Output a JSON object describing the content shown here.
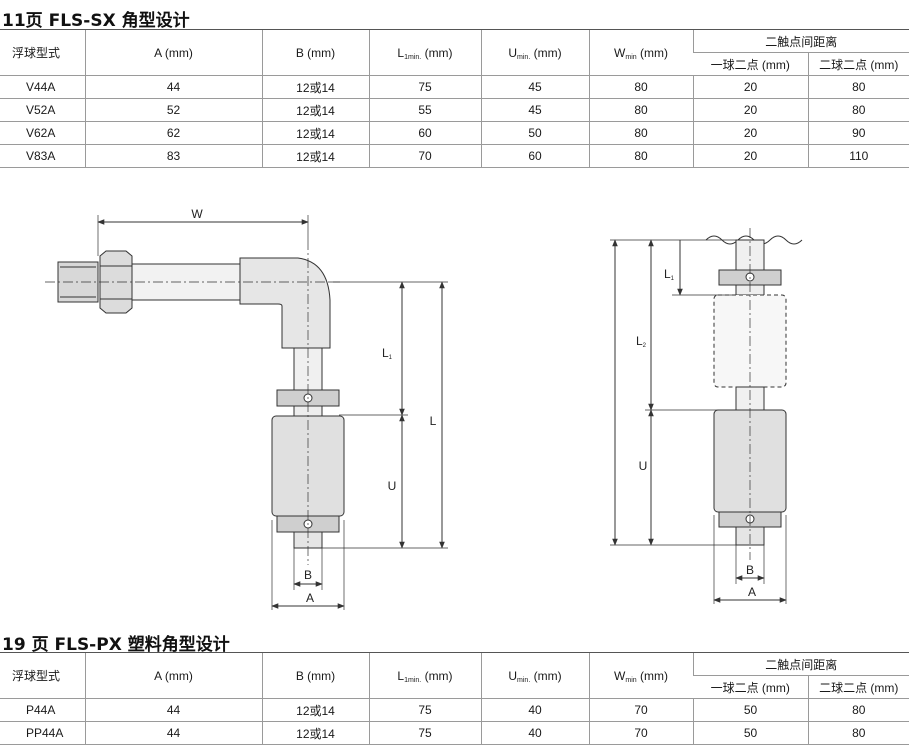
{
  "section1": {
    "title": "11页 FLS-SX 角型设计",
    "headers": {
      "model": "浮球型式",
      "a": "A (mm)",
      "b": "B (mm)",
      "l_main": "L",
      "l_sub": "1min.",
      "l_unit": " (mm)",
      "u_main": "U",
      "u_sub": "min.",
      "u_unit": " (mm)",
      "w_main": "W",
      "w_sub": "min",
      "w_unit": " (mm)",
      "distance": "二触点间距离",
      "one_ball": "一球二点 (mm)",
      "two_ball": "二球二点 (mm)"
    },
    "rows": [
      [
        "V44A",
        "44",
        "12或14",
        "75",
        "45",
        "80",
        "20",
        "80"
      ],
      [
        "V52A",
        "52",
        "12或14",
        "55",
        "45",
        "80",
        "20",
        "80"
      ],
      [
        "V62A",
        "62",
        "12或14",
        "60",
        "50",
        "80",
        "20",
        "90"
      ],
      [
        "V83A",
        "83",
        "12或14",
        "70",
        "60",
        "80",
        "20",
        "110"
      ]
    ]
  },
  "section2": {
    "title": "19 页 FLS-PX 塑料角型设计",
    "headers": {
      "model": "浮球型式",
      "a": "A (mm)",
      "b": "B (mm)",
      "l_main": "L",
      "l_sub": "1min.",
      "l_unit": " (mm)",
      "u_main": "U",
      "u_sub": "min.",
      "u_unit": " (mm)",
      "w_main": "W",
      "w_sub": "min",
      "w_unit": " (mm)",
      "distance": "二触点间距离",
      "one_ball": "一球二点 (mm)",
      "two_ball": "二球二点 (mm)"
    },
    "rows": [
      [
        "P44A",
        "44",
        "12或14",
        "75",
        "40",
        "70",
        "50",
        "80"
      ],
      [
        "PP44A",
        "44",
        "12或14",
        "75",
        "40",
        "70",
        "50",
        "80"
      ]
    ]
  },
  "drawing_left": {
    "w": "W",
    "l1_main": "L",
    "l1_sub": "1",
    "l": "L",
    "u": "U",
    "b": "B",
    "a": "A"
  },
  "drawing_right": {
    "l1_main": "L",
    "l1_sub": "1",
    "l2_main": "L",
    "l2_sub": "2",
    "u": "U",
    "b": "B",
    "a": "A"
  }
}
